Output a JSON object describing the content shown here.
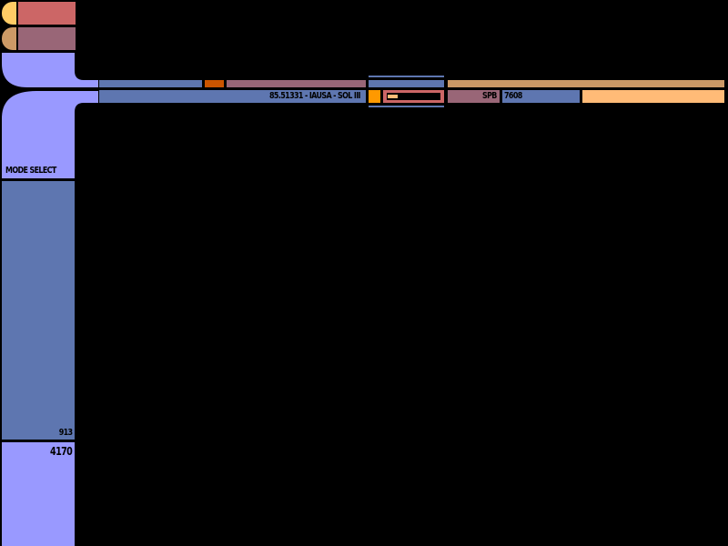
{
  "colors": {
    "background": "#000000",
    "gold": "#ffcc66",
    "red": "#cc6666",
    "tan": "#cc9966",
    "mauve": "#996677",
    "blue": "#5e76b0",
    "lavender": "#9999ff",
    "orange": "#ff9900",
    "dark_orange": "#cc5500",
    "peach": "#ffbb77"
  },
  "header": {
    "location_text": "85.51331 - IAUSA - SOL III",
    "spb_label": "SPB",
    "spb_value": "7608"
  },
  "sidebar": {
    "mode_select_label": "MODE SELECT",
    "panel_value": "913",
    "lower_value": "4170"
  },
  "header_progress": 0.2
}
